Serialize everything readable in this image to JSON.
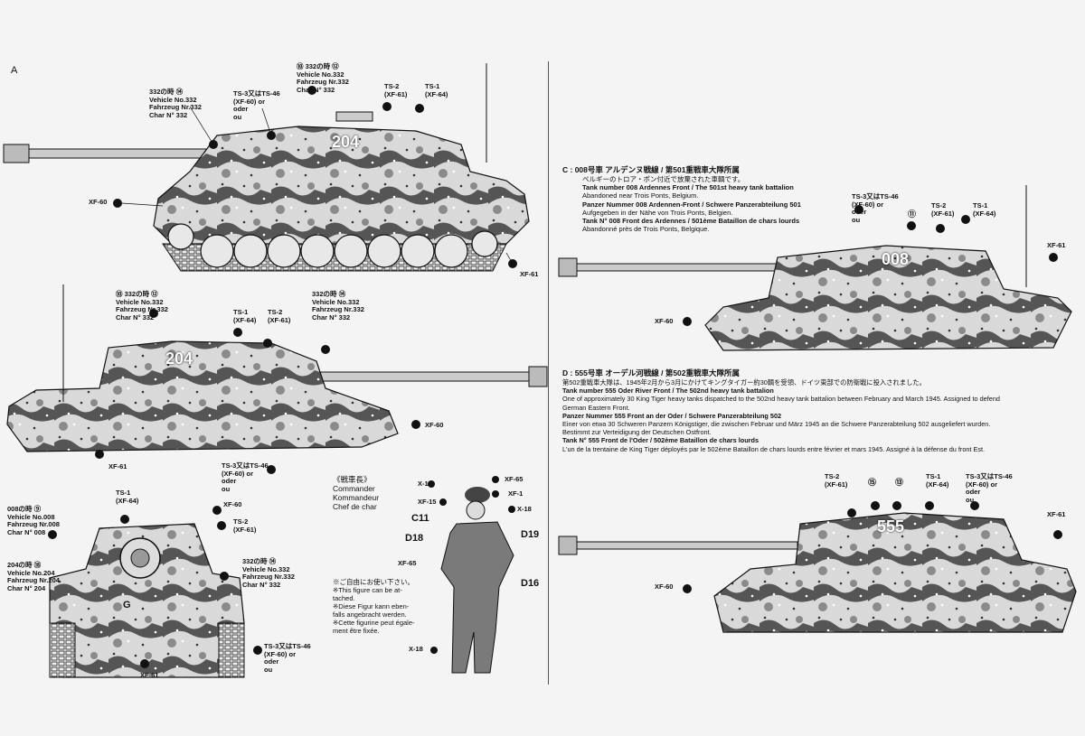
{
  "section_a": {
    "letter": "A",
    "callouts": {
      "xf60_a": "XF-60",
      "xf61_a": "XF-61",
      "v332_a": [
        "332の時 ⑭",
        "Vehicle No.332",
        "Fahrzeug Nr.332",
        "Char N° 332"
      ],
      "v332_b": [
        "⑩ 332の時 ⑫",
        "Vehicle No.332",
        "Fahrzeug Nr.332",
        "Char N° 332"
      ],
      "ts3_a": [
        "TS-3又はTS-46",
        "(XF-60) or",
        "oder",
        "ou"
      ],
      "ts2_a": [
        "TS-2",
        "(XF-61)"
      ],
      "ts1_a": [
        "TS-1",
        "(XF-64)"
      ],
      "v332_c": [
        "⑩ 332の時 ⑫",
        "Vehicle No.332",
        "Fahrzeug Nr.332",
        "Char N° 332"
      ],
      "ts1_b": [
        "TS-1",
        "(XF-64)"
      ],
      "ts2_b": [
        "TS-2",
        "(XF-61)"
      ],
      "v332_d": [
        "332の時 ⑭",
        "Vehicle No.332",
        "Fahrzeug Nr.332",
        "Char N° 332"
      ],
      "xf60_b": "XF-60",
      "xf61_b": "XF-61",
      "ts3_b": [
        "TS-3又はTS-46",
        "(XF-60) or",
        "oder",
        "ou"
      ],
      "front_ts1": [
        "TS-1",
        "(XF-64)"
      ],
      "front_xf60": "XF-60",
      "front_ts2": [
        "TS-2",
        "(XF-61)"
      ],
      "v008": [
        "008の時 ⑨",
        "Vehicle No.008",
        "Fahrzeug Nr.008",
        "Char N° 008"
      ],
      "v204": [
        "204の時 ⑱",
        "Vehicle No.204",
        "Fahrzeug Nr.204",
        "Char N° 204"
      ],
      "v332_front": [
        "332の時 ⑭",
        "Vehicle No.332",
        "Fahrzeug Nr.332",
        "Char N° 332"
      ],
      "ts3_front": [
        "TS-3又はTS-46",
        "(XF-60) or",
        "oder",
        "ou"
      ],
      "front_xf61": "XF-61",
      "hull_g": "G"
    },
    "tank_number": "204",
    "commander": {
      "title": [
        "《戦車長》",
        "Commander",
        "Kommandeur",
        "Chef de char"
      ],
      "note": [
        "※ご自由にお使い下さい。",
        "※This figure can be at-",
        "tached.",
        "※Diese Figur kann eben-",
        "falls angebracht werden.",
        "※Cette figurine peut égale-",
        "ment être fixée."
      ],
      "labels": {
        "x18_a": "X-18",
        "xf65_a": "XF-65",
        "xf15": "XF-15",
        "xf1": "XF-1",
        "c11": "C11",
        "x18_b": "X-18",
        "d18": "D18",
        "d19": "D19",
        "xf65_b": "XF-65",
        "d16": "D16",
        "x18_c": "X-18"
      }
    }
  },
  "section_c": {
    "title": "C : 008号車 アルデンヌ戦線 / 第501重戦車大隊所属",
    "lines": [
      "ベルギーのトロア・ポン付近で放棄された車輌です。",
      "Tank number 008 Ardennes Front / The 501st heavy tank battalion",
      "Abandoned near Trois Ponts, Belgium.",
      "Panzer Nummer 008 Ardennen-Front / Schwere Panzerabteilung 501",
      "Aufgegeben in der Nähe von Trois Ponts, Belgien.",
      "Tank N° 008 Front des Ardennes / 501ème Bataillon de chars lourds",
      "Abandonné près de Trois Ponts, Belgique."
    ],
    "tank_number": "008",
    "callouts": {
      "ts3": [
        "TS-3又はTS-46",
        "(XF-60) or",
        "oder",
        "ou"
      ],
      "n11": "⑪",
      "ts2": [
        "TS-2",
        "(XF-61)"
      ],
      "ts1": [
        "TS-1",
        "(XF-64)"
      ],
      "xf61": "XF-61",
      "xf60": "XF-60"
    }
  },
  "section_d": {
    "title": "D : 555号車 オーデル河戦線 / 第502重戦車大隊所属",
    "lines": [
      "第502重戦車大隊は、1945年2月から3月にかけてキングタイガー約30輌を受領、ドイツ東部での防衛戦に投入されました。",
      "Tank number 555 Oder River Front / The 502nd heavy tank battalion",
      "One of approximately 30 King Tiger heavy tanks dispatched to the 502nd heavy tank battalion between February and March 1945. Assigned to defend",
      "German Eastern Front.",
      "Panzer Nummer 555 Front an der Oder / Schwere Panzerabteilung 502",
      "Einer von etwa 30 Schweren Panzern Königstiger, die zwischen Februar und März 1945 an die Schwere Panzerabteilung 502 ausgeliefert wurden.",
      "Bestimmt zur Verteidigung der Deutschen Ostfront.",
      "Tank N° 555 Front de l'Oder / 502ème Bataillon de chars lourds",
      "L'un de la trentaine de King Tiger déployés par le 502ème Bataillon de chars lourds entre février et mars 1945. Assigné à la défense du front Est."
    ],
    "tank_number": "555",
    "callouts": {
      "ts2": [
        "TS-2",
        "(XF-61)"
      ],
      "n15": "⑮",
      "n13": "⑬",
      "ts1": [
        "TS-1",
        "(XF-64)"
      ],
      "ts3": [
        "TS-3又はTS-46",
        "(XF-60) or",
        "oder",
        "ou"
      ],
      "xf61": "XF-61",
      "xf60": "XF-60"
    }
  },
  "colors": {
    "ink": "#111111",
    "paper": "#f4f4f4",
    "camo_light": "#e6e6e6",
    "camo_mid": "#9a9a9a",
    "camo_dark": "#4a4a4a"
  }
}
